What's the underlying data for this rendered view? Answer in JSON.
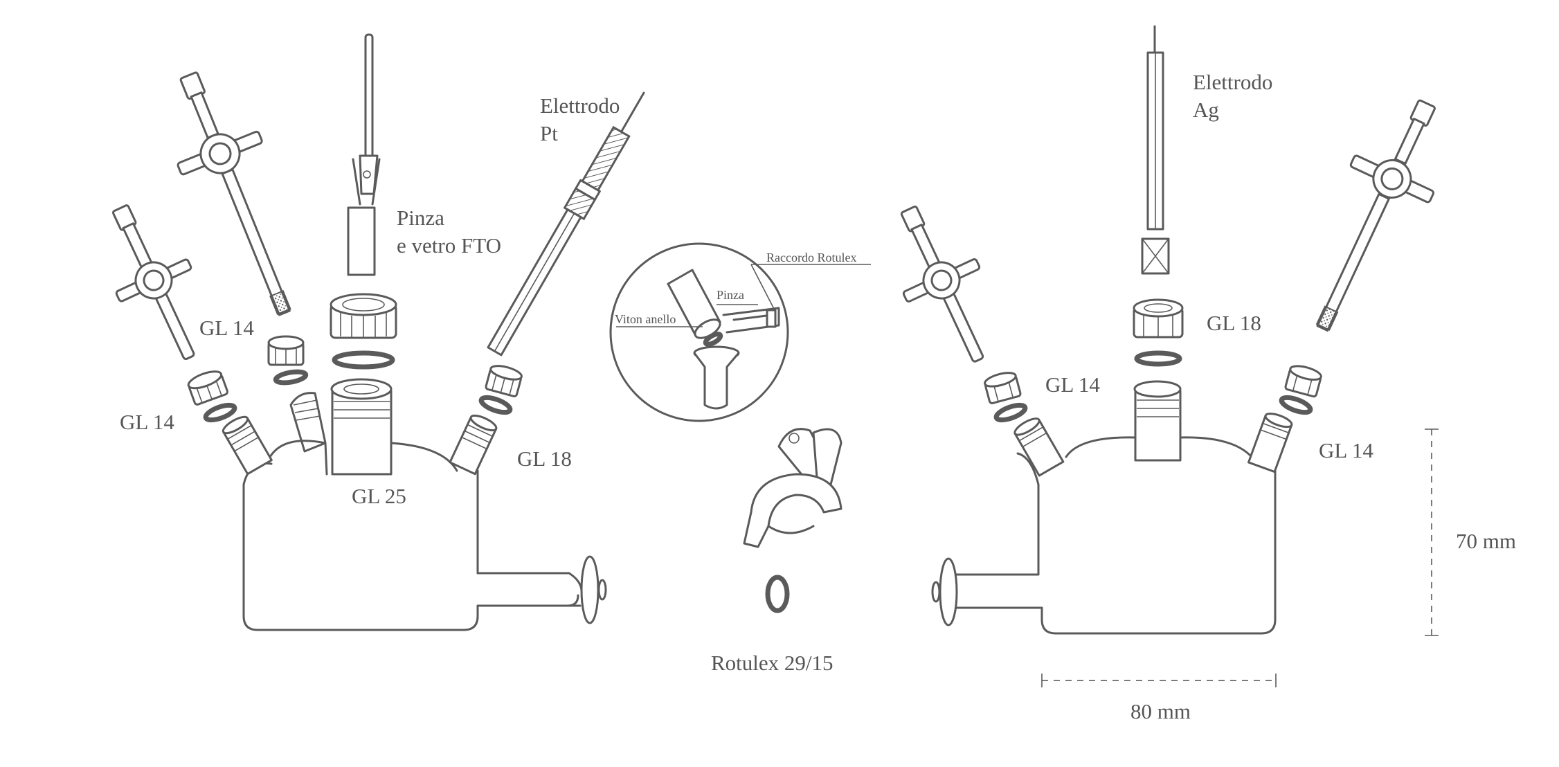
{
  "labels": {
    "left_gl14_upper": "GL 14",
    "left_gl14_lower": "GL 14",
    "pinza_line1": "Pinza",
    "pinza_line2": "e vetro FTO",
    "pt_line1": "Elettrodo",
    "pt_line2": "Pt",
    "left_gl18": "GL 18",
    "left_gl25": "GL 25",
    "raccordo": "Raccordo Rotulex",
    "pinza_small": "Pinza",
    "viton": "Viton anello",
    "rotulex": "Rotulex 29/15",
    "ag_line1": "Elettrodo",
    "ag_line2": "Ag",
    "right_gl18": "GL 18",
    "right_gl14_left": "GL 14",
    "right_gl14_right": "GL 14",
    "dim_height": "70 mm",
    "dim_width": "80 mm"
  },
  "colors": {
    "line": "#5a5a5a",
    "text": "#555555",
    "background": "#ffffff"
  }
}
